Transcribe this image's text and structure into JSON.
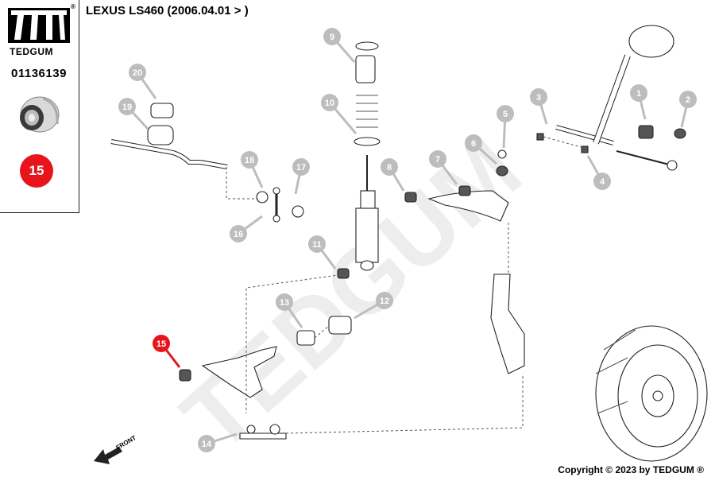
{
  "brand": {
    "name": "TEDGUM",
    "registered": "®"
  },
  "part_number": "01136139",
  "highlight_number": "15",
  "title": "LEXUS LS460  (2006.04.01 > )",
  "copyright": "Copyright © 2023 by TEDGUM ®",
  "watermark": "TEDGUM",
  "front_label": "FRONT",
  "colors": {
    "highlight": "#e8141b",
    "callout": "#bdbdbd",
    "line": "#222222"
  },
  "callouts": [
    "1",
    "2",
    "3",
    "4",
    "5",
    "6",
    "7",
    "8",
    "9",
    "10",
    "11",
    "12",
    "13",
    "14",
    "15",
    "16",
    "17",
    "18",
    "19",
    "20"
  ]
}
